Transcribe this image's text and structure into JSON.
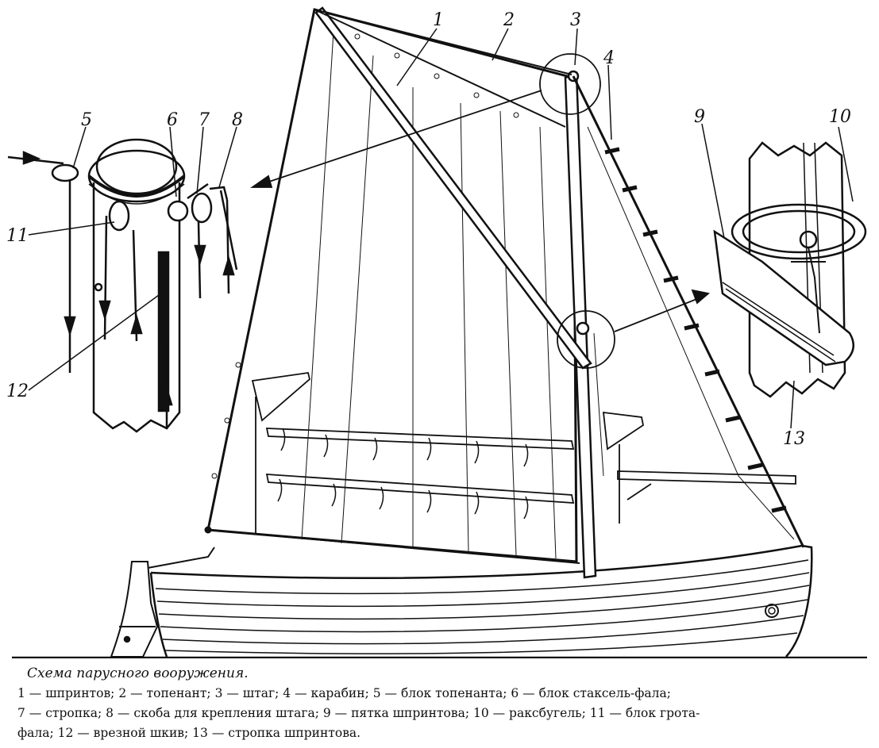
{
  "labels": {
    "n1": "1",
    "n2": "2",
    "n3": "3",
    "n4": "4",
    "n5": "5",
    "n6": "6",
    "n7": "7",
    "n8": "8",
    "n9": "9",
    "n10": "10",
    "n11": "11",
    "n12": "12",
    "n13": "13"
  },
  "caption": {
    "title": "Схема парусного вооружения.",
    "line1": "1 — шпринтов; 2 — топенант; 3 — штаг; 4 — карабин; 5 — блок топенанта; 6 — блок стаксель-фала;",
    "line2": "7 — стропка; 8 — скоба для крепления штага; 9 — пятка шпринтова; 10 — раксбугель; 11 — блок грота-",
    "line3": "фала; 12 — врезной шкив; 13 — стропка шпринтова."
  }
}
